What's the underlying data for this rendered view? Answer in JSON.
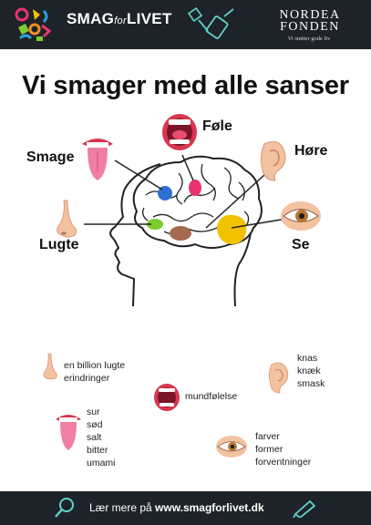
{
  "header": {
    "logo_main": "SMAG",
    "logo_small": "for",
    "logo_end": "LIVET",
    "partner_line1": "NORDEA",
    "partner_line2": "FONDEN",
    "partner_tagline": "Vi støtter gode liv"
  },
  "title": "Vi smager med alle sanser",
  "senses": {
    "taste": "Smage",
    "touch": "Føle",
    "hearing": "Høre",
    "smell": "Lugte",
    "sight": "Se"
  },
  "legend": {
    "smell_lines": [
      "en billion lugte",
      "erindringer"
    ],
    "touch_text": "mundfølelse",
    "hearing_lines": [
      "knas",
      "knæk",
      "smask"
    ],
    "taste_lines": [
      "sur",
      "sød",
      "salt",
      "bitter",
      "umami"
    ],
    "sight_lines": [
      "farver",
      "former",
      "forventninger"
    ]
  },
  "colors": {
    "header_bg": "#1e2329",
    "taste_spot": "#2f6fd6",
    "touch_spot": "#e8336f",
    "smell_spot": "#7ccc2e",
    "taste_center_spot": "#a86a4e",
    "sight_spot": "#f2c200"
  },
  "icons": [
    "logo-shapes-icon",
    "kitchen-tools-icon",
    "magnifier-icon",
    "pencil-icon"
  ],
  "footer": {
    "prefix": "Lær mere på",
    "link": "www.smagforlivet.dk"
  }
}
